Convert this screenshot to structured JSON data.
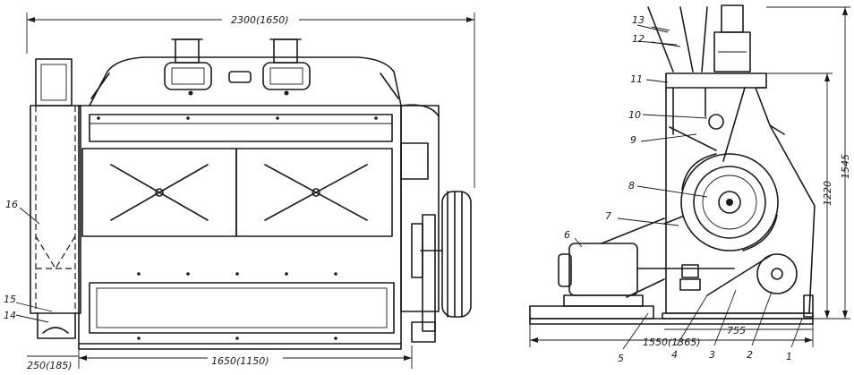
{
  "dimensions": {
    "overall_width": "2300(1650)",
    "inner_width": "1650(1150)",
    "left_offset": "250(185)",
    "height_total": "1545",
    "height_inner": "1220",
    "base_width": "1550(1365)",
    "side_width": "755"
  },
  "labels": [
    "1",
    "2",
    "3",
    "4",
    "5",
    "6",
    "7",
    "8",
    "9",
    "10",
    "11",
    "12",
    "13",
    "14",
    "15",
    "16"
  ]
}
